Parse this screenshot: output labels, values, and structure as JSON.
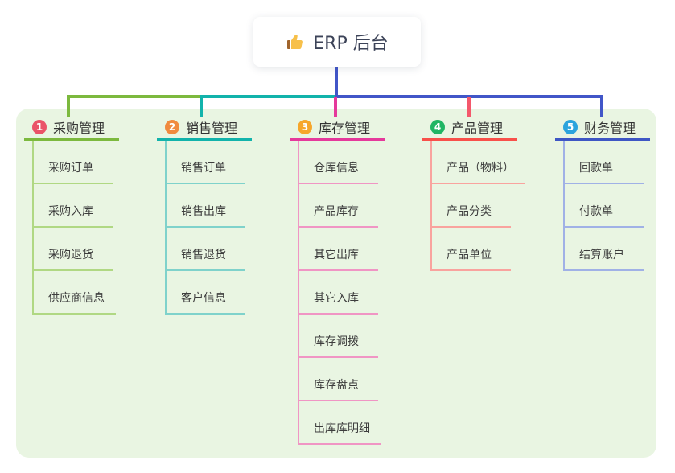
{
  "root": {
    "label": "ERP 后台",
    "icon": "thumbs-up",
    "icon_colors": {
      "hand": "#f7c04a",
      "sleeve": "#a0642c"
    }
  },
  "colors": {
    "panel_bg": "#e9f5e2",
    "c-green": "#7cb93e",
    "c-teal": "#12b3ab",
    "c-blue": "#4156c8",
    "c-magenta": "#e5399b",
    "c-red": "#f4586b"
  },
  "branches": [
    {
      "index": "1",
      "label": "采购管理",
      "badge_color": "#ea5368",
      "line_color": "#7cb93e",
      "child_line_color": "#b0d883",
      "connector_color": "#7cb93e",
      "children": [
        "采购订单",
        "采购入库",
        "采购退货",
        "供应商信息"
      ]
    },
    {
      "index": "2",
      "label": "销售管理",
      "badge_color": "#f08a3e",
      "line_color": "#12b3ab",
      "child_line_color": "#7fd2cb",
      "connector_color": "#12b3ab",
      "children": [
        "销售订单",
        "销售出库",
        "销售退货",
        "客户信息"
      ]
    },
    {
      "index": "3",
      "label": "库存管理",
      "badge_color": "#f6a62b",
      "line_color": "#e5399b",
      "child_line_color": "#f095c4",
      "connector_color": "#e5399b",
      "children": [
        "仓库信息",
        "产品库存",
        "其它出库",
        "其它入库",
        "库存调拨",
        "库存盘点",
        "出库库明细"
      ]
    },
    {
      "index": "4",
      "label": "产品管理",
      "badge_color": "#21b564",
      "line_color": "#f8504a",
      "child_line_color": "#f9a39e",
      "connector_color": "#f4586b",
      "children": [
        "产品（物料）",
        "产品分类",
        "产品单位"
      ]
    },
    {
      "index": "5",
      "label": "财务管理",
      "badge_color": "#2ba4dd",
      "line_color": "#3e56c4",
      "child_line_color": "#a0b1e6",
      "connector_color": "#4156c8",
      "children": [
        "回款单",
        "付款单",
        "结算账户"
      ]
    }
  ]
}
